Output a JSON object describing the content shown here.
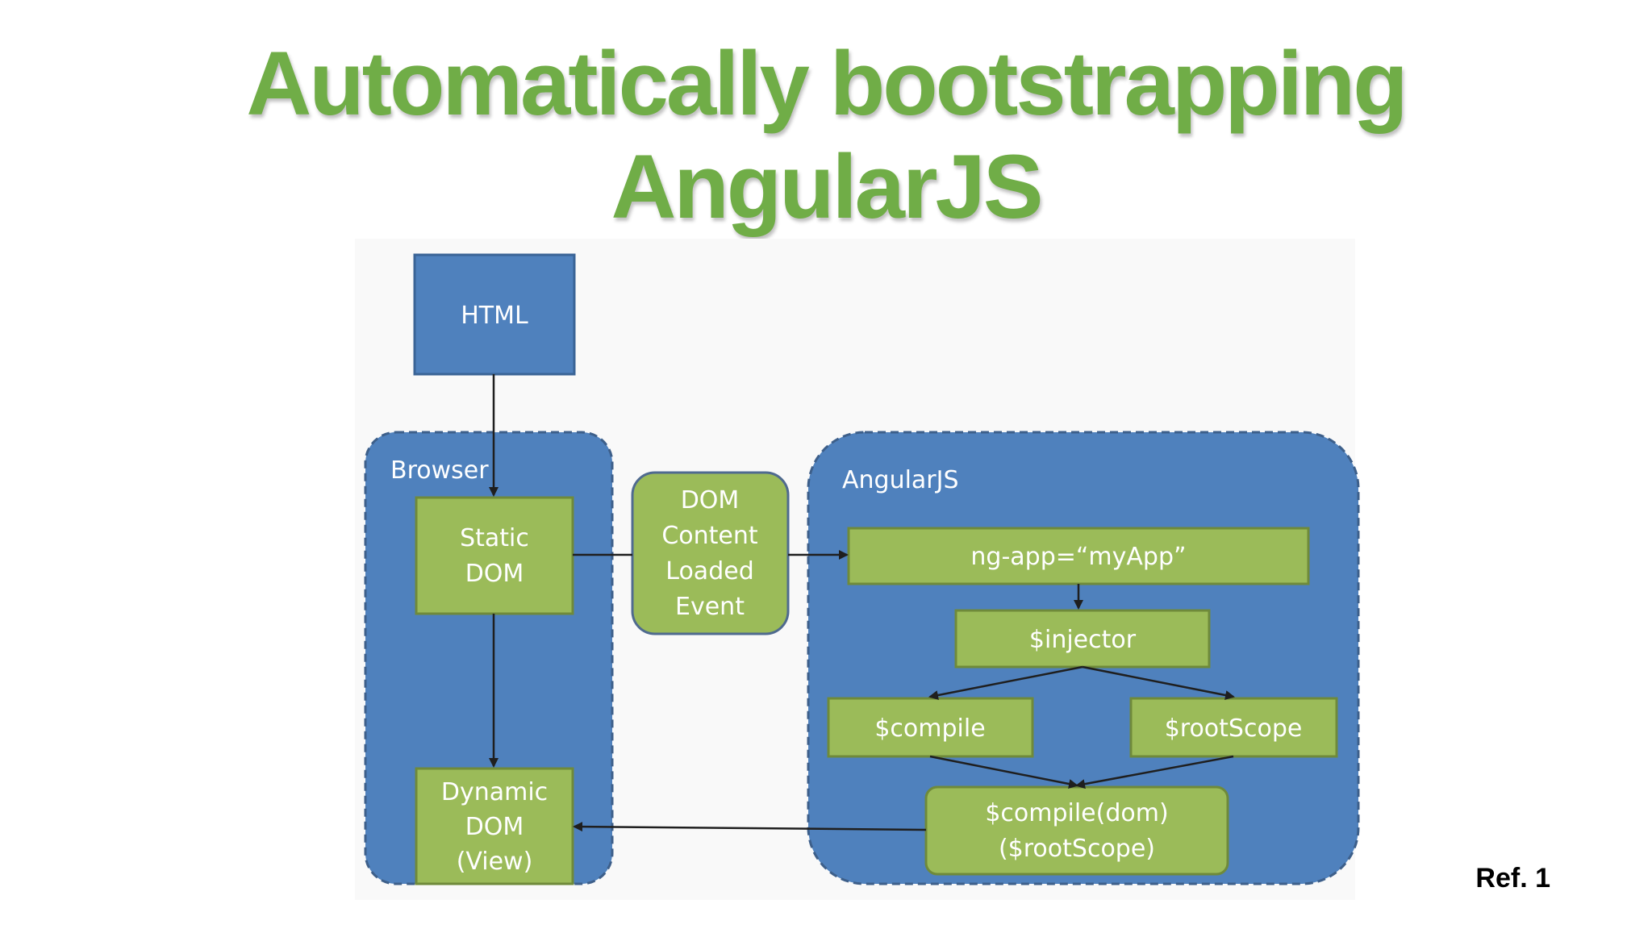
{
  "title": {
    "line1": "Automatically bootstrapping",
    "line2": "AngularJS"
  },
  "reference": "Ref. 1",
  "colors": {
    "title_green": "#70ad47",
    "box_blue": "#4f81bd",
    "box_green": "#9bbb59",
    "arrow": "#1f1f1f"
  },
  "diagram": {
    "html_box": "HTML",
    "browser": {
      "label": "Browser",
      "static_dom": [
        "Static",
        "DOM"
      ],
      "dynamic_dom": [
        "Dynamic",
        "DOM",
        "(View)"
      ]
    },
    "event": [
      "DOM",
      "Content",
      "Loaded",
      "Event"
    ],
    "angular": {
      "label": "AngularJS",
      "ng_app": "ng-app=“myApp”",
      "injector": "$injector",
      "compile": "$compile",
      "root_scope": "$rootScope",
      "compile_dom": [
        "$compile(dom)",
        "($rootScope)"
      ]
    }
  }
}
